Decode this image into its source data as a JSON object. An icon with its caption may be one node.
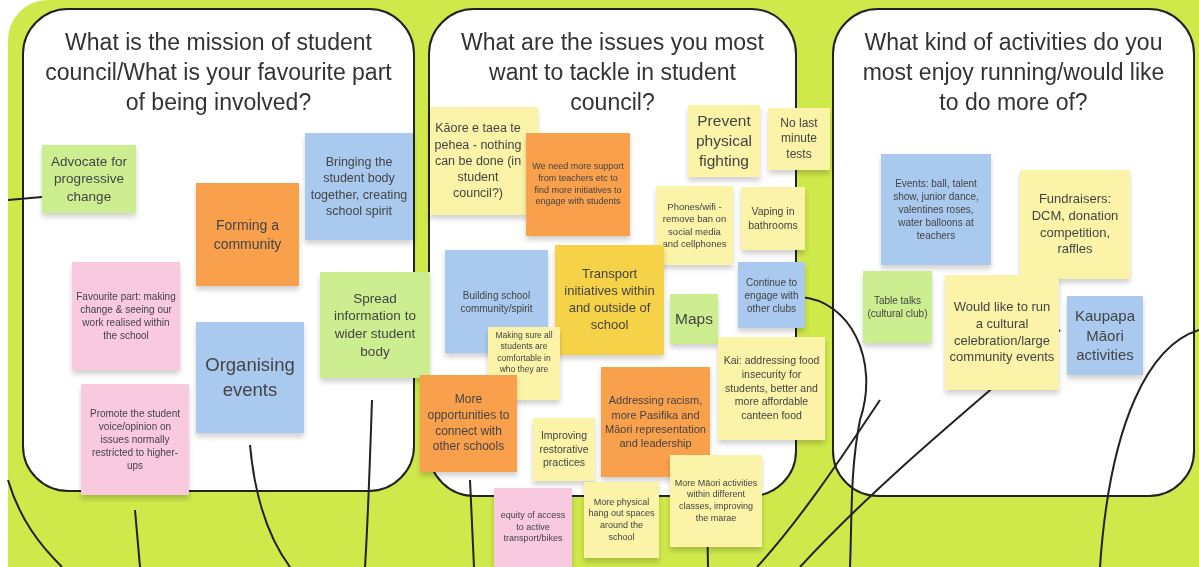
{
  "diagram": {
    "nodes": [
      {
        "text": [
          "What is the mission of student council/What is your favourite part of being involved?"
        ]
      },
      {
        "text": [
          "Advocate for progressive change"
        ],
        "in": 0
      },
      {
        "text": [
          "Forming a community"
        ],
        "in": 0
      },
      {
        "text": [
          "Bringing the student body together, creating school spirit"
        ],
        "in": 0
      },
      {
        "text": [
          "Favourite part: making change & seeing our work realised within the school"
        ],
        "in": 0
      },
      {
        "text": [
          "Organising events"
        ],
        "in": 0
      },
      {
        "text": [
          "Spread information to wider student body"
        ]
      },
      {
        "text": [
          "Promote the student voice/opinion on issues normally restricted to higher-ups"
        ],
        "in": 0
      },
      {
        "text": [
          "What are the issues you most want to tackle in student council?"
        ]
      },
      {
        "text": [
          "Kāore e taea te pehea - nothing can be done (in student council?)"
        ],
        "in": 8
      },
      {
        "text": [
          "We need more support from teachers etc to find more initiatives to engage with students"
        ],
        "in": 8
      },
      {
        "text": [
          "Prevent physical fighting"
        ],
        "in": 8
      },
      {
        "text": [
          "No last minute tests"
        ]
      },
      {
        "text": [
          "Phones/wifi - remove ban on social media and cellphones"
        ],
        "in": 8
      },
      {
        "text": [
          "Vaping in bathrooms"
        ]
      },
      {
        "text": [
          "Building school community/spirit"
        ],
        "in": 8
      },
      {
        "text": [
          "Transport initiatives within and outside of school"
        ],
        "in": 8
      },
      {
        "text": [
          "Maps"
        ],
        "in": 8
      },
      {
        "text": [
          "Continue to engage with other clubs"
        ]
      },
      {
        "text": [
          "Making sure all students are comfortable in who they are"
        ],
        "in": 8
      },
      {
        "text": [
          "More opportunities to connect with other schools"
        ]
      },
      {
        "text": [
          "Improving restorative practices"
        ],
        "in": 8
      },
      {
        "text": [
          "Addressing racism, more Pasifika and Māori representation and leadership"
        ],
        "in": 8
      },
      {
        "text": [
          "Kai: addressing food insecurity for students, better and more affordable canteen food"
        ]
      },
      {
        "text": [
          "equity of access to active transport/bikes"
        ]
      },
      {
        "text": [
          "More physical hang out spaces around the school"
        ]
      },
      {
        "text": [
          "More Māori activities within different classes, improving the marae"
        ]
      },
      {
        "text": [
          "What kind of activities do you most enjoy running/would like to do more of?"
        ]
      },
      {
        "text": [
          "Events: ball, talent show, junior dance, valentines roses, water balloons at teachers"
        ],
        "in": 27
      },
      {
        "text": [
          "Fundraisers: DCM, donation competition, raffles"
        ],
        "in": 27
      },
      {
        "text": [
          "Table talks (cultural club)"
        ],
        "in": 27
      },
      {
        "text": [
          "Would like to run a cultural celebration/large community events"
        ],
        "in": 27
      },
      {
        "text": [
          "Kaupapa Māori activities"
        ],
        "in": 27
      }
    ]
  }
}
